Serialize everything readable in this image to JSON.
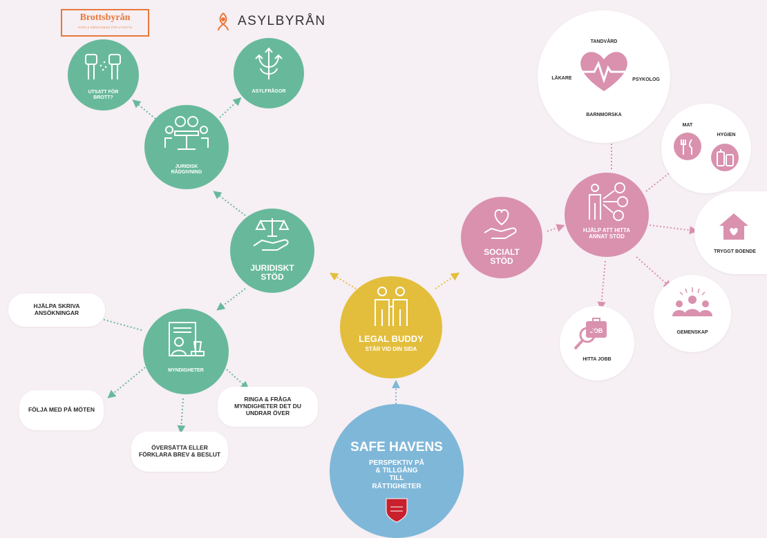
{
  "logos": {
    "brottsbyran": {
      "name": "Brottsbyrån",
      "tagline": "STÖD & RÅDGIVNING FÖR UTSATTA"
    },
    "asylbyran": {
      "name": "ASYLBYRÅN"
    }
  },
  "nodes": {
    "utsatt": "UTSATT FÖR BROTT?",
    "asylfragor": "ASYLFRÅGOR",
    "juridisk_radgivning": "JURIDISK RÅDGIVNING",
    "juridiskt_stod": "JURIDISKT STÖD",
    "myndigheter": "MYNDIGHETER",
    "legal_buddy_title": "LEGAL BUDDY",
    "legal_buddy_sub": "STÅR VID DIN SIDA",
    "safe_havens_title": "SAFE HAVENS",
    "safe_havens_sub": "PERSPEKTIV PÅ & TILLGÅNG TILL RÄTTIGHETER",
    "socialt_stod": "SOCIALT STÖD",
    "hjalp_hitta": "HJÄLP ATT HITTA ANNAT STÖD",
    "health_tandvard": "TANDVÅRD",
    "health_lakare": "LÄKARE",
    "health_psykolog": "PSYKOLOG",
    "health_barnmorska": "BARNMORSKA",
    "mat": "MAT",
    "hygien": "HYGIEN",
    "tryggt_boende": "TRYGGT BOENDE",
    "gemenskap": "GEMENSKAP",
    "hitta_jobb": "HITTA JOBB",
    "job_icon_text": "JOB"
  },
  "pills": {
    "hjalpa_skriva": "HJÄLPA SKRIVA ANSÖKNINGAR",
    "folja_med": "FÖLJA MED PÅ MÖTEN",
    "oversatta": "ÖVERSÄTTA ELLER FÖRKLARA BREV & BESLUT",
    "ringa_fraga": "RINGA & FRÅGA MYNDIGHETER DET DU UNDRAR ÖVER"
  },
  "colors": {
    "background": "#f6eff3",
    "green": "#68b99c",
    "pink": "#d991ae",
    "yellow": "#e3be3c",
    "blue": "#7fb7d8",
    "salvation_red": "#c8202c",
    "brottsbyran_orange": "#e8773a"
  }
}
